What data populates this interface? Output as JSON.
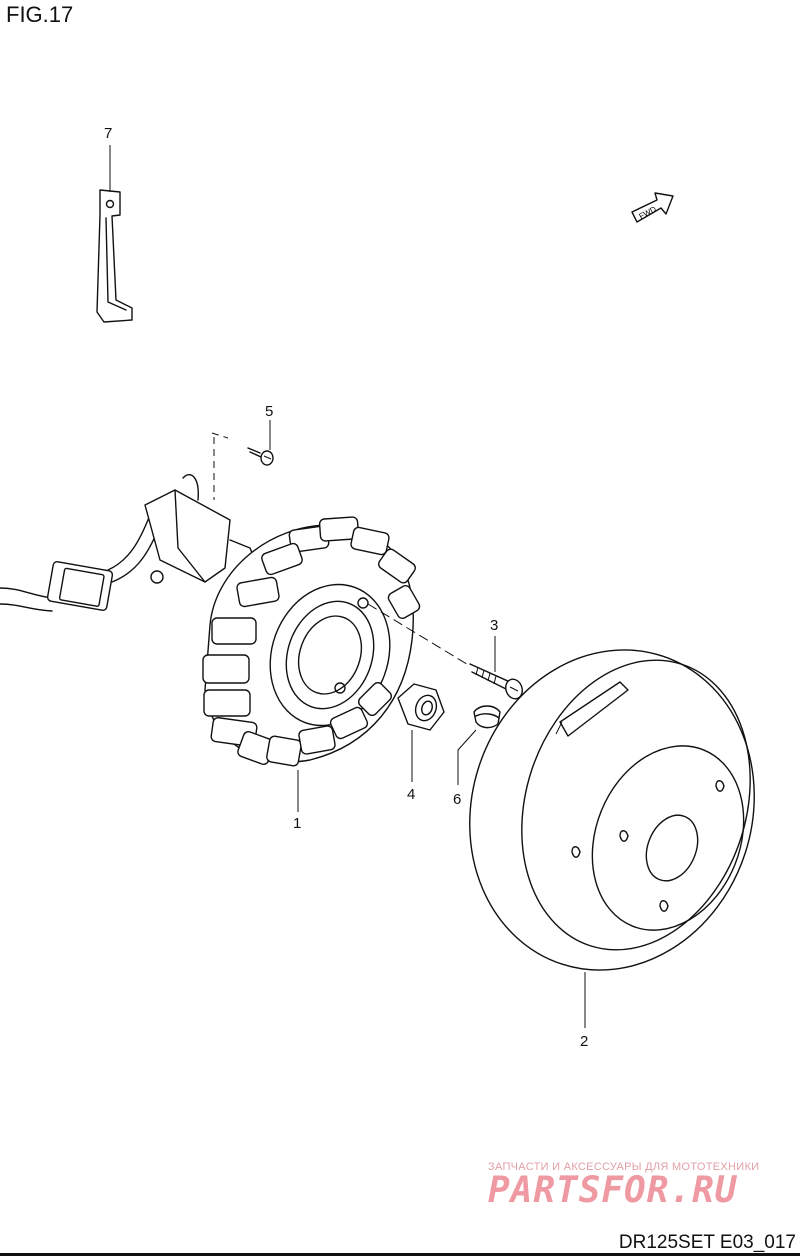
{
  "figure": {
    "title": "FIG.17"
  },
  "callouts": {
    "c1": "1",
    "c2": "2",
    "c3": "3",
    "c4": "4",
    "c5": "5",
    "c6": "6",
    "c7": "7"
  },
  "fwd_label": "FWD",
  "watermark": {
    "tagline": "ЗАПЧАСТИ И АКСЕССУАРЫ ДЛЯ МОТОТЕХНИКИ",
    "logo": "PARTSFOR.RU"
  },
  "footer": {
    "code": "DR125SET E03_017"
  }
}
